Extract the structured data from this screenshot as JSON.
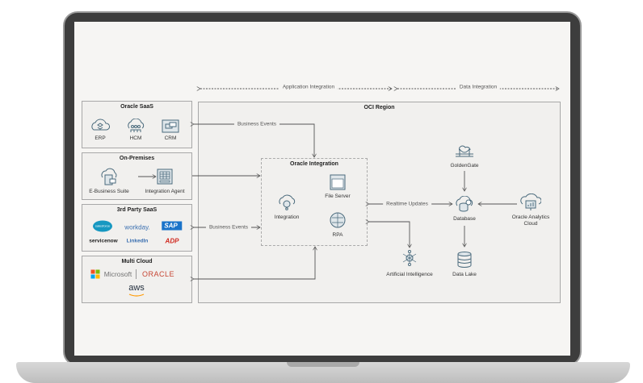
{
  "top_labels": {
    "app_integration": "Application Integration",
    "data_integration": "Data Integration"
  },
  "oracle_saas": {
    "title": "Oracle SaaS",
    "items": [
      "ERP",
      "HCM",
      "CRM"
    ]
  },
  "on_premises": {
    "title": "On-Premises",
    "items": [
      "E-Business Suite",
      "Integration Agent"
    ]
  },
  "third_party": {
    "title": "3rd Party SaaS",
    "logos": [
      "salesforce",
      "workday.",
      "SAP",
      "servicenow",
      "LinkedIn",
      "ADP"
    ]
  },
  "multi_cloud": {
    "title": "Multi Cloud",
    "logos": [
      "Microsoft",
      "ORACLE",
      "aws"
    ]
  },
  "oci": {
    "title": "OCI Region",
    "oracle_integration": {
      "title": "Oracle Integration",
      "items": [
        "Integration",
        "File Server",
        "RPA"
      ]
    },
    "goldengate": "GoldenGate",
    "database": "Database",
    "data_lake": "Data Lake",
    "analytics": "Oracle Analytics Cloud",
    "ai": "Artificial Intelligence"
  },
  "edges": {
    "business_events_1": "Business Events",
    "business_events_2": "Business Events",
    "realtime": "Realtime Updates"
  },
  "colors": {
    "icon": "#4a6a7c",
    "salesforce": "#1798c1",
    "workday": "#3a6fb0",
    "sap": "#1a73c9",
    "adp": "#d0271d",
    "oracle": "#c74634",
    "aws": "#232f3e"
  }
}
